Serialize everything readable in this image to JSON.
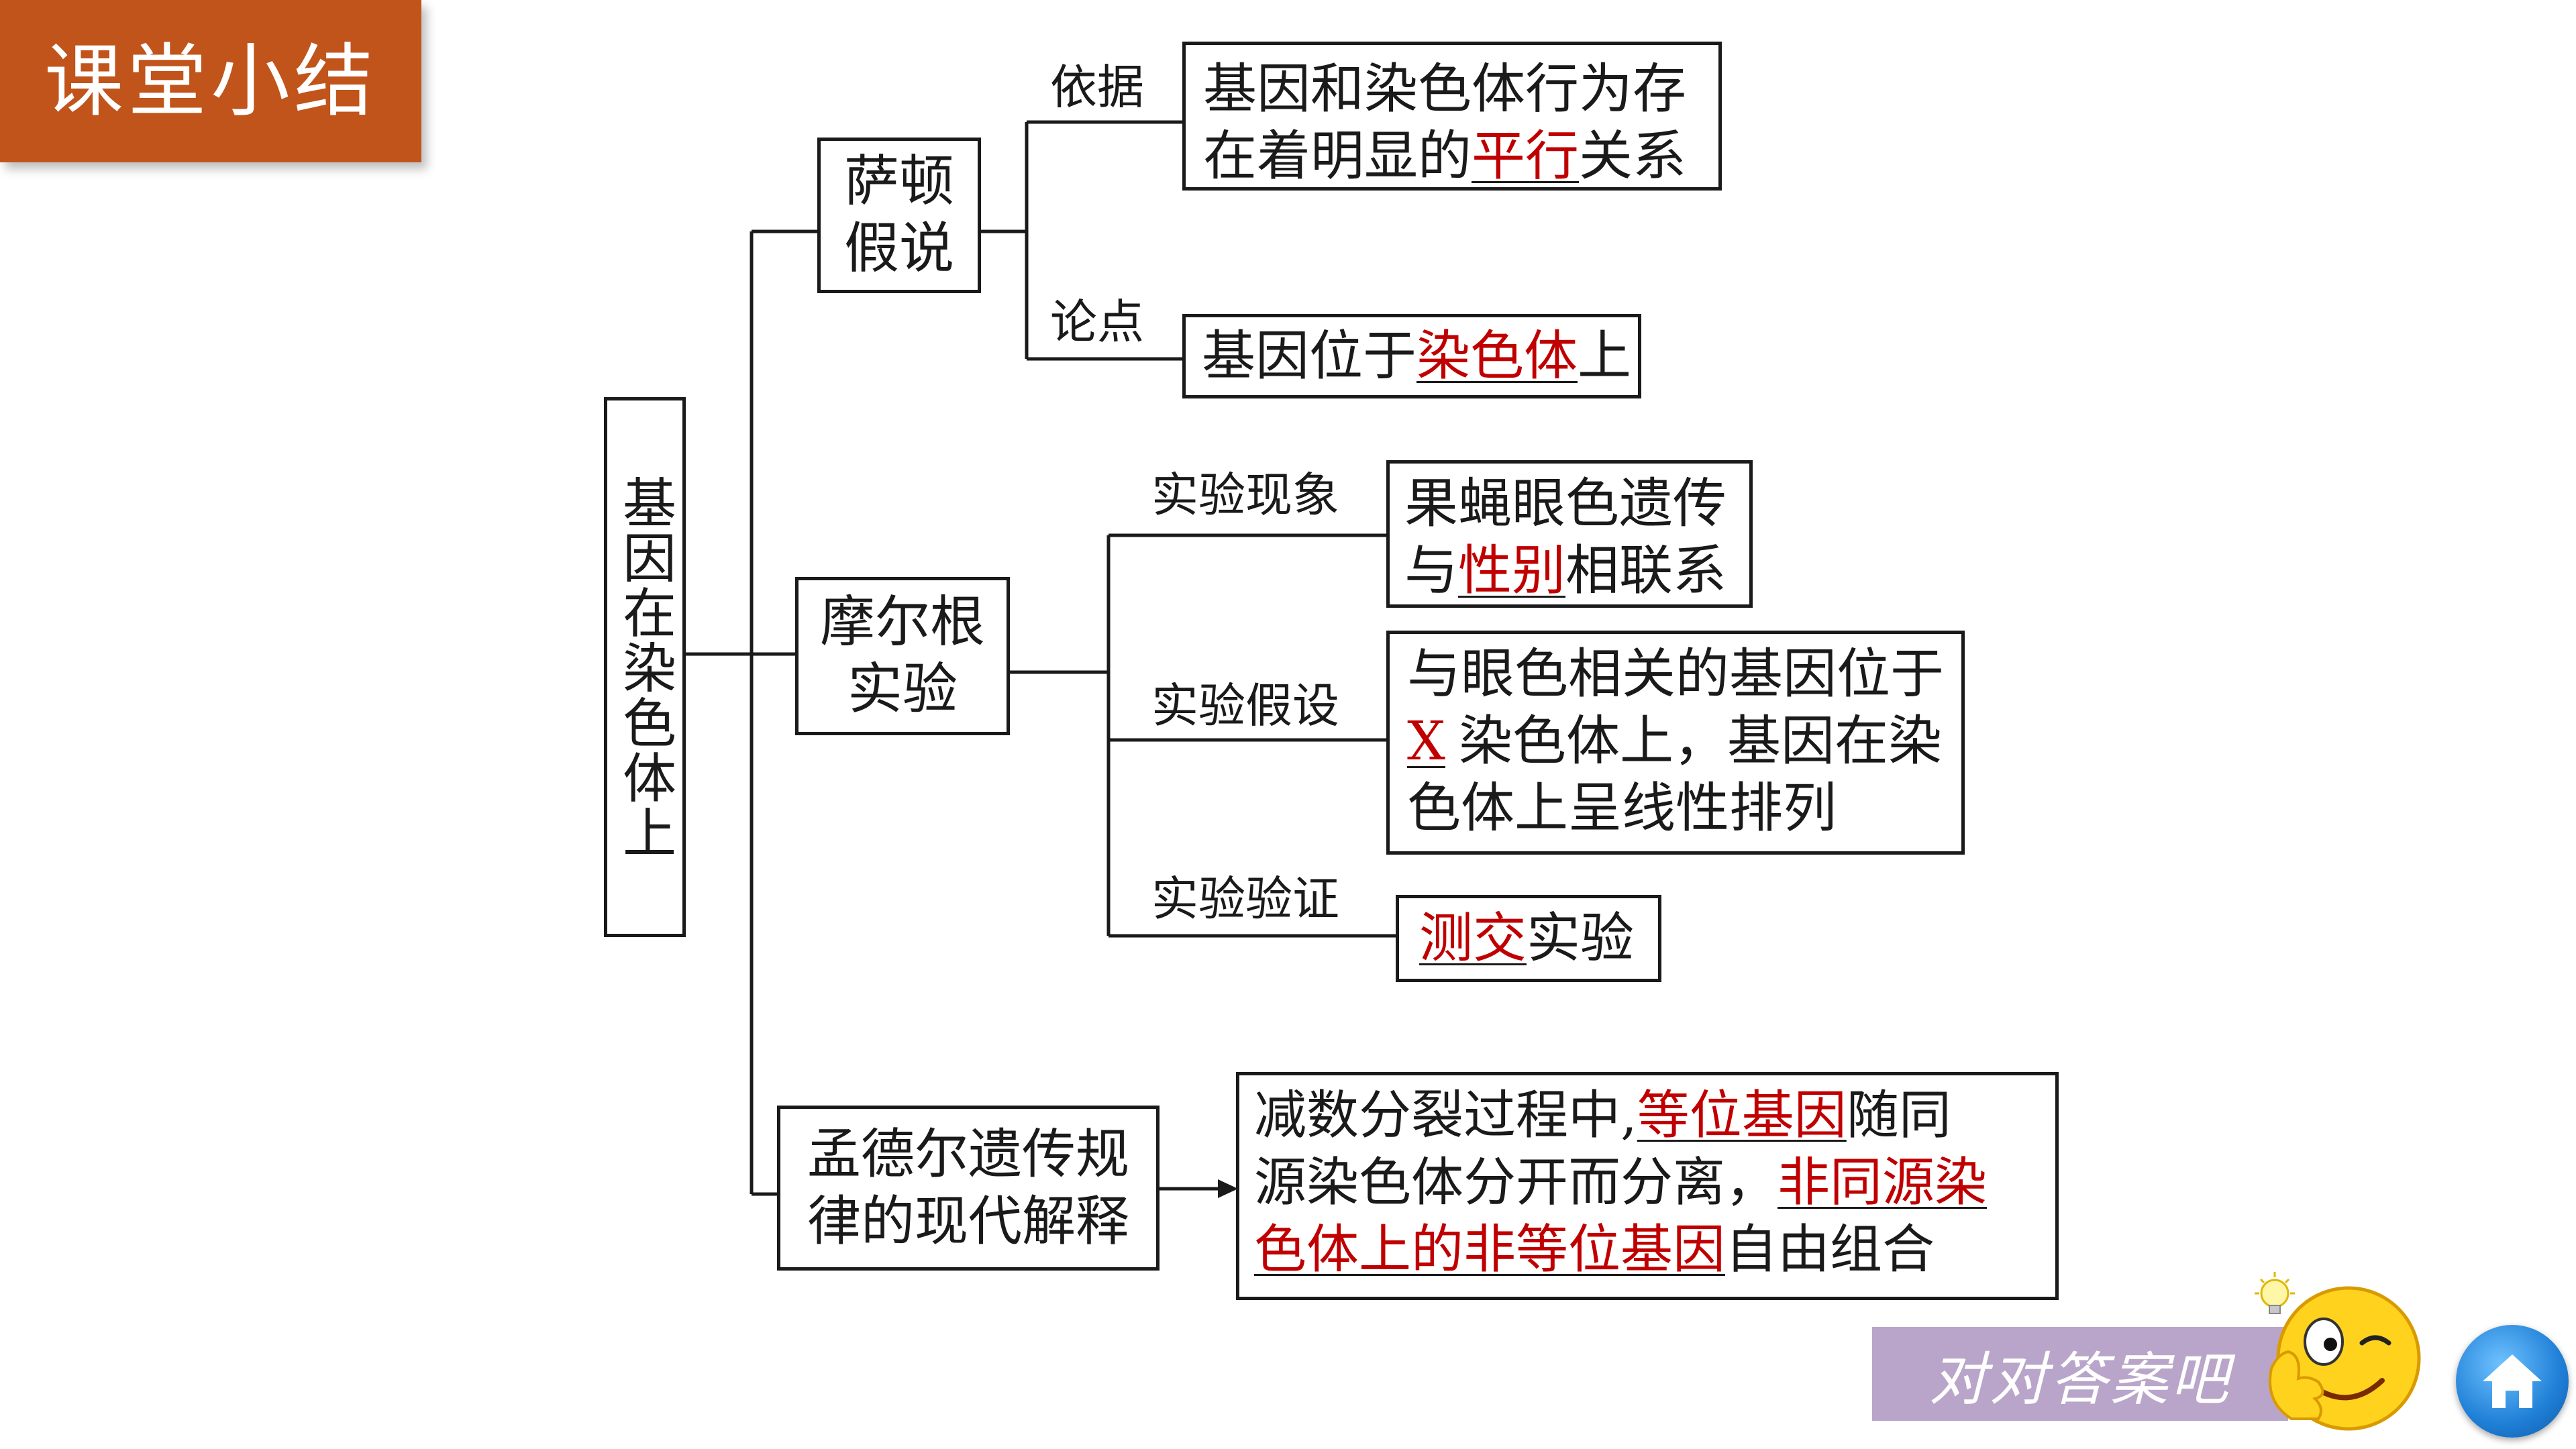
{
  "header": {
    "title": "课堂小结"
  },
  "root": {
    "text": "基因在染色体上"
  },
  "sutton": {
    "title_lines": [
      "萨顿",
      "假说"
    ],
    "basis_label": "依据",
    "basis": {
      "line1": "基因和染色体行为存",
      "line2_pre": "在着明显的",
      "line2_ans": "平行",
      "line2_post": "关系"
    },
    "point_label": "论点",
    "point": {
      "pre": "基因位于",
      "ans": "染色体",
      "post": "上"
    }
  },
  "morgan": {
    "title_lines": [
      "摩尔根",
      "实验"
    ],
    "phenomenon_label": "实验现象",
    "phenomenon": {
      "line1": "果蝇眼色遗传",
      "line2_pre": "与",
      "line2_ans": "性别",
      "line2_post": "相联系"
    },
    "hypothesis_label": "实验假设",
    "hypothesis": {
      "line1": "与眼色相关的基因位于",
      "line2_ans": "X",
      "line2_post": "染色体上，基因在染",
      "line3": "色体上呈线性排列"
    },
    "verify_label": "实验验证",
    "verify": {
      "ans": "测交",
      "post": "实验"
    }
  },
  "mendel": {
    "title_lines": [
      "孟德尔遗传规",
      "律的现代解释"
    ],
    "explain": {
      "line1_pre": "减数分裂过程中,",
      "line1_ans": "等位基因",
      "line1_post": "随同",
      "line2_pre": "源染色体分开而分离，",
      "line2_ans": "非同源染",
      "line3_ans": "色体上的非等位基因",
      "line3_post": "自由组合"
    }
  },
  "footer": {
    "answer_button": "对对答案吧"
  },
  "icons": {
    "mascot": "smiley-lightbulb-icon",
    "home": "home-icon"
  }
}
